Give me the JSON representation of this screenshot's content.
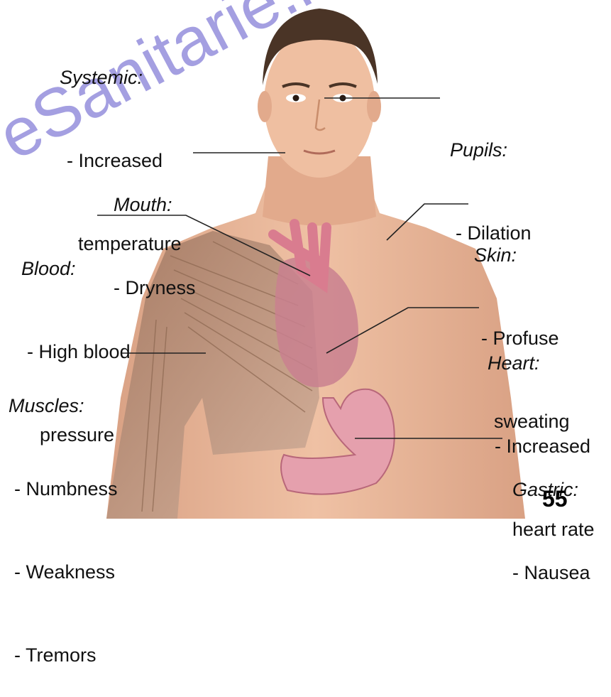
{
  "watermark": "eSanitarie.it",
  "page_number": "55",
  "colors": {
    "skin": "#e9b79a",
    "skin_shadow": "#c98d6c",
    "hair": "#4a3426",
    "muscle": "#b78f78",
    "organ": "#d97c8f",
    "leader_line": "#222222",
    "watermark": "#5a50c8"
  },
  "labels": {
    "systemic": {
      "heading": "Systemic:",
      "items": [
        "- Increased",
        "temperature"
      ]
    },
    "pupils": {
      "heading": "Pupils:",
      "items": [
        "- Dilation"
      ]
    },
    "mouth": {
      "heading": "Mouth:",
      "items": [
        "- Dryness"
      ]
    },
    "blood": {
      "heading": "Blood:",
      "items": [
        "- High blood",
        "pressure"
      ]
    },
    "skin": {
      "heading": "Skin:",
      "items": [
        "- Profuse",
        "sweating"
      ]
    },
    "heart": {
      "heading": "Heart:",
      "items": [
        "- Increased",
        "heart rate"
      ]
    },
    "muscles": {
      "heading": "Muscles:",
      "items": [
        "- Numbness",
        "- Weakness",
        "- Tremors"
      ]
    },
    "gastric": {
      "heading": "Gastric:",
      "items": [
        "- Nausea"
      ]
    }
  }
}
